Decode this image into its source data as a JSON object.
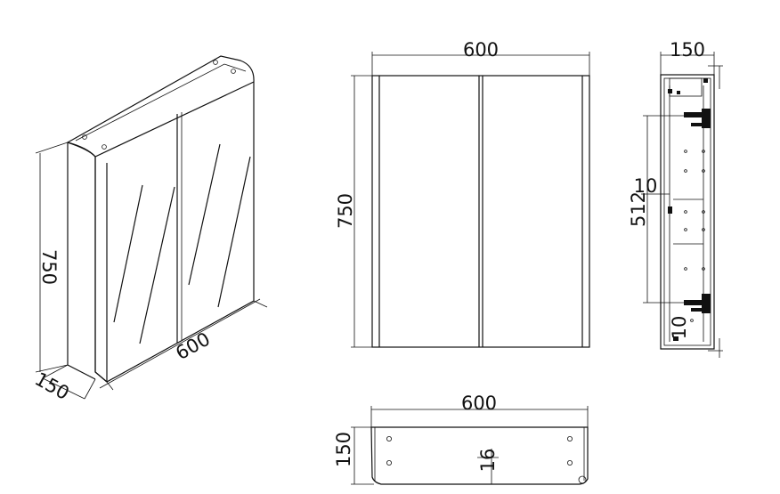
{
  "views": {
    "iso": {
      "height": "750",
      "width": "600",
      "depth": "150"
    },
    "front": {
      "width": "600",
      "height": "750"
    },
    "side": {
      "depth": "150",
      "hinge_spacing": "512",
      "offset_top": "10",
      "offset_bottom": "10"
    },
    "top": {
      "width": "600",
      "depth": "150",
      "thickness": "16"
    }
  }
}
